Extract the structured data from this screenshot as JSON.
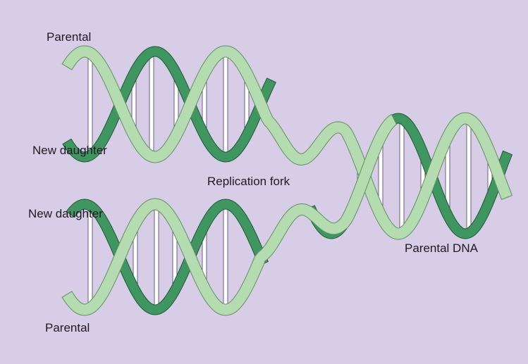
{
  "labels": {
    "parental_top": "Parental",
    "new_daughter_top": "New daughter",
    "replication_fork": "Replication fork",
    "new_daughter_bottom": "New daughter",
    "parental_dna": "Parental DNA",
    "parental_bottom": "Parental"
  },
  "colors": {
    "background": "#d7cde6",
    "parental_strand": "#b5dcb0",
    "parental_strand_edge": "#5f8f61",
    "daughter_strand": "#3f9661",
    "daughter_strand_edge": "#1d5a37",
    "base_pair": "#ffffff",
    "base_pair_edge": "#6d5f7d"
  }
}
